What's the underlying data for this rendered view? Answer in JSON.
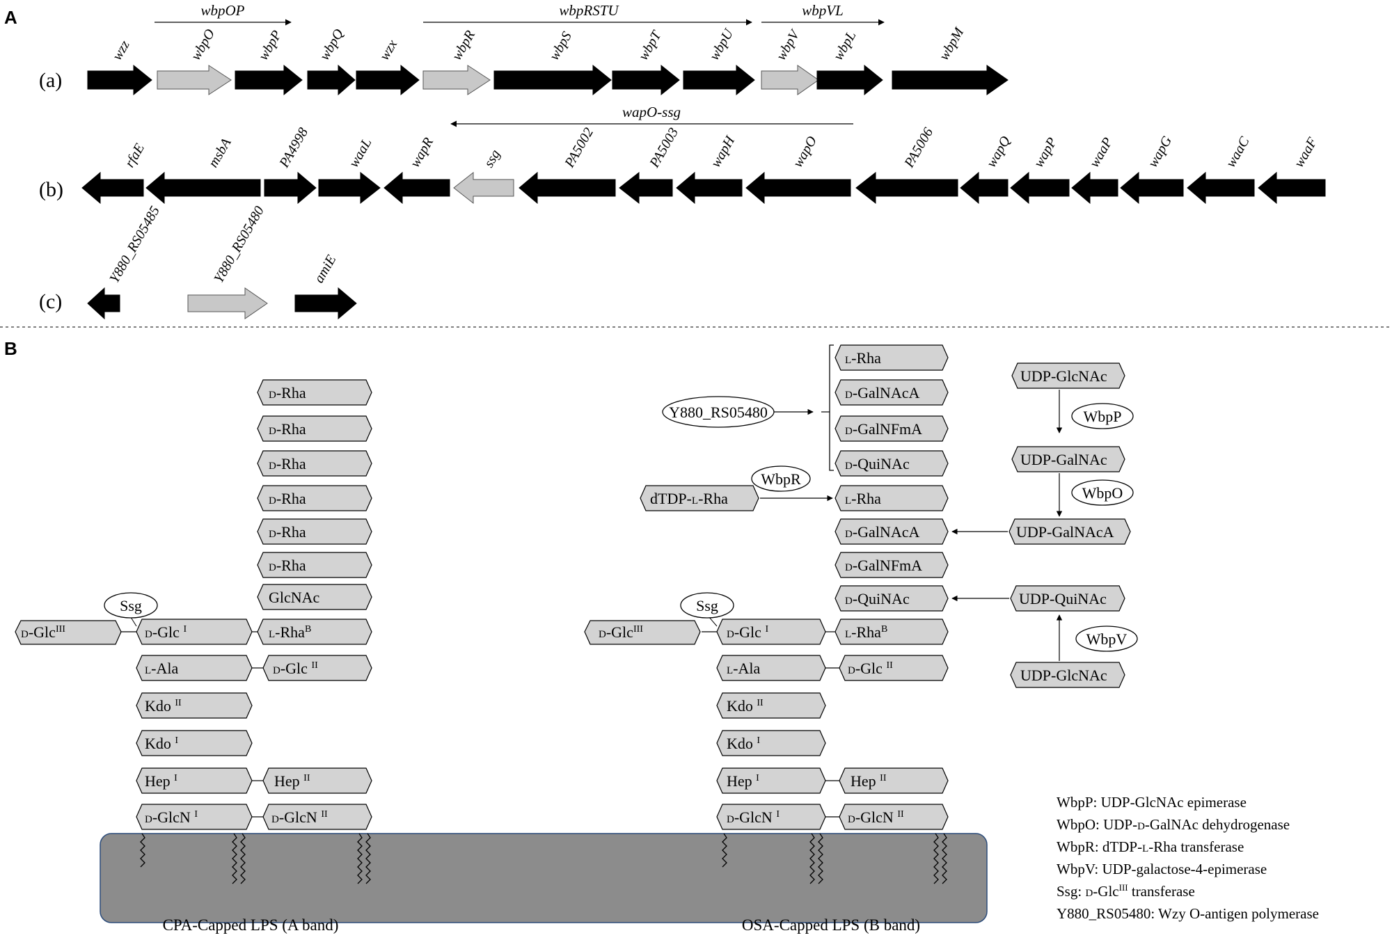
{
  "panels": {
    "A": "A",
    "B": "B"
  },
  "panel_a": {
    "rows": [
      {
        "label": "(a)",
        "genes": [
          {
            "name": "wzz",
            "color": "#000000"
          },
          {
            "name": "wbpO",
            "color": "#c8c8c8"
          },
          {
            "name": "wbpP",
            "color": "#000000"
          },
          {
            "name": "wbpQ",
            "color": "#000000"
          },
          {
            "name": "wzx",
            "color": "#000000"
          },
          {
            "name": "wbpR",
            "color": "#c8c8c8"
          },
          {
            "name": "wbpS",
            "color": "#000000"
          },
          {
            "name": "wbpT",
            "color": "#000000"
          },
          {
            "name": "wbpU",
            "color": "#000000"
          },
          {
            "name": "wbpV",
            "color": "#c8c8c8"
          },
          {
            "name": "wbpL",
            "color": "#000000"
          },
          {
            "name": "wbpM",
            "color": "#000000"
          }
        ]
      },
      {
        "label": "(b)",
        "genes": [
          {
            "name": "rfaE",
            "color": "#000000"
          },
          {
            "name": "msbA",
            "color": "#000000"
          },
          {
            "name": "PA4998",
            "color": "#000000"
          },
          {
            "name": "waaL",
            "color": "#000000"
          },
          {
            "name": "wapR",
            "color": "#000000"
          },
          {
            "name": "ssg",
            "color": "#c8c8c8"
          },
          {
            "name": "PA5002",
            "color": "#000000"
          },
          {
            "name": "PA5003",
            "color": "#000000"
          },
          {
            "name": "wapH",
            "color": "#000000"
          },
          {
            "name": "wapO",
            "color": "#000000"
          },
          {
            "name": "PA5006",
            "color": "#000000"
          },
          {
            "name": "wapQ",
            "color": "#000000"
          },
          {
            "name": "wapP",
            "color": "#000000"
          },
          {
            "name": "waaP",
            "color": "#000000"
          },
          {
            "name": "wapG",
            "color": "#000000"
          },
          {
            "name": "waaC",
            "color": "#000000"
          },
          {
            "name": "waaF",
            "color": "#000000"
          }
        ]
      },
      {
        "label": "(c)",
        "genes": [
          {
            "name": "Y880_RS05485",
            "color": "#000000"
          },
          {
            "name": "Y880_RS05480",
            "color": "#c8c8c8"
          },
          {
            "name": "amiE",
            "color": "#000000"
          }
        ]
      }
    ],
    "operons": [
      "wbpOP",
      "wbpRSTU",
      "wbpVL",
      "wapO-ssg"
    ]
  },
  "panel_b": {
    "cpa": {
      "caption": "CPA-Capped LPS (A band)",
      "enzyme": "Ssg",
      "side_sugar": "D-Glc III",
      "core_left": [
        "D-Glc I",
        "L-Ala",
        "Kdo II",
        "Kdo I",
        "Hep I",
        "D-GlcN I"
      ],
      "core_right": [
        "Hep II",
        "D-GlcN II"
      ],
      "chain": [
        "D-Rha",
        "D-Rha",
        "D-Rha",
        "D-Rha",
        "D-Rha",
        "D-Rha",
        "GlcNAc",
        "L-RhaB",
        "D-Glc II"
      ]
    },
    "osa": {
      "caption": "OSA-Capped LPS (B band)",
      "enzyme": "Ssg",
      "side_sugar": "D-Glc III",
      "core_left": [
        "D-Glc I",
        "L-Ala",
        "Kdo II",
        "Kdo I",
        "Hep I",
        "D-GlcN I"
      ],
      "core_right": [
        "Hep II",
        "D-GlcN II"
      ],
      "chain": [
        "L-Rha",
        "D-GalNAcA",
        "D-GalNFmA",
        "D-QuiNAc",
        "L-Rha",
        "D-GalNAcA",
        "D-GalNFmA",
        "D-QuiNAc",
        "L-RhaB",
        "D-Glc II"
      ],
      "polymerase": "Y880_RS05480",
      "donor": "dTDP-L-Rha",
      "donor_enzyme": "WbpR"
    },
    "pathway": {
      "substrates": [
        "UDP-GlcNAc",
        "UDP-GalNAc",
        "UDP-GalNAcA",
        "UDP-QuiNAc",
        "UDP-GlcNAc"
      ],
      "enzymes": [
        "WbpP",
        "WbpO",
        "WbpV"
      ]
    },
    "legend": [
      "WbpP: UDP-GlcNAc epimerase",
      "WbpO: UDP-D-GalNAc dehydrogenase",
      "WbpR: dTDP-L-Rha transferase",
      "WbpV: UDP-galactose-4-epimerase",
      "Ssg: D-GlcIII transferase",
      "Y880_RS05480: Wzy O-antigen polymerase"
    ]
  },
  "colors": {
    "black_gene": "#000000",
    "grey_gene": "#c8c8c8",
    "sugar_fill": "#d3d3d3",
    "membrane": "#8c8c8c"
  }
}
